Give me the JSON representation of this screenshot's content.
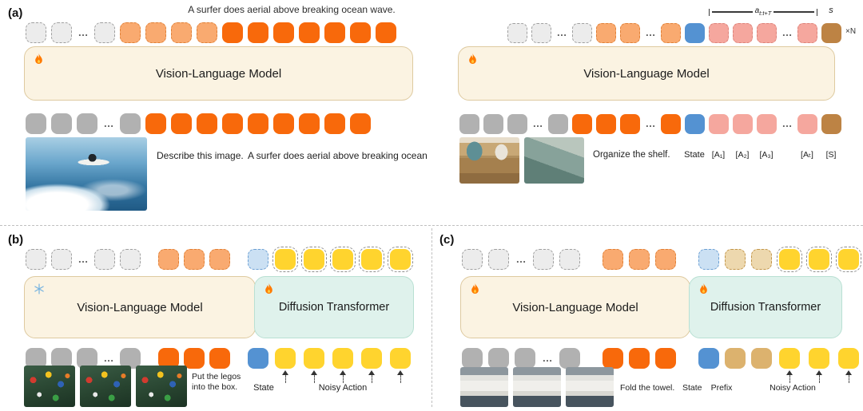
{
  "token_colors": {
    "gray": "#b1b1b1",
    "orange": "#f8690b",
    "blue": "#5492d2",
    "pink": "#f5a79e",
    "brown": "#bd8344",
    "tan": "#dcb26e",
    "yellow": "#ffd42e"
  },
  "box_colors": {
    "vlm_bg": "#fbf3e2",
    "dit_bg": "#dff2ec"
  },
  "panels": {
    "a": {
      "label": "(a)",
      "caption": "A surfer does aerial above breaking ocean wave.",
      "left": {
        "model": "Vision-Language Model",
        "model_icon": "fire-icon",
        "output_tokens": [
          "gd",
          "gd",
          "dots",
          "gd",
          "od",
          "od",
          "od",
          "od",
          "o",
          "o",
          "o",
          "o",
          "o",
          "o",
          "o"
        ],
        "input_tokens": [
          "g",
          "g",
          "g",
          "dots",
          "g",
          "o",
          "o",
          "o",
          "o",
          "o",
          "o",
          "o",
          "o",
          "o"
        ],
        "prompt": "Describe this image.",
        "response": "A surfer does aerial above breaking ocean"
      },
      "right": {
        "model": "Vision-Language Model",
        "model_icon": "fire-icon",
        "bracket_base": "a",
        "bracket_sub": "t:t+T",
        "s_label": "s",
        "repeat_label": "×N",
        "output_tokens": [
          "gd",
          "gd",
          "dots",
          "gd",
          "od",
          "od",
          "dots",
          "od",
          "b",
          "pd",
          "pd",
          "pd",
          "dots",
          "pd",
          "br"
        ],
        "input_tokens": [
          "g",
          "g",
          "g",
          "dots",
          "g",
          "o",
          "o",
          "o",
          "dots",
          "o",
          "b",
          "p",
          "p",
          "p",
          "dots",
          "p",
          "br"
        ],
        "prompt": "Organize the shelf.",
        "token_labels": [
          "State",
          "[A₁]",
          "[A₂]",
          "[A₃]",
          "[Aₜ]",
          "[S]"
        ]
      }
    },
    "b": {
      "label": "(b)",
      "vlm": "Vision-Language Model",
      "vlm_icon": "snowflake-icon",
      "dit": "Diffusion Transformer",
      "dit_icon": "fire-icon",
      "output_tokens": [
        "gd",
        "gd",
        "dots",
        "gd",
        "gd",
        "sp",
        "od",
        "od",
        "od",
        "sp",
        "bd",
        "yd",
        "yd",
        "yd",
        "yd",
        "yd"
      ],
      "input_tokens": [
        "g",
        "g",
        "g",
        "dots",
        "g",
        "sp",
        "o",
        "o",
        "o",
        "sp",
        "b",
        "ya",
        "ya",
        "ya",
        "ya",
        "ya"
      ],
      "prompt": "Put the legos\ninto the box.",
      "state_label": "State",
      "noisy_label": "Noisy Action"
    },
    "c": {
      "label": "(c)",
      "vlm": "Vision-Language Model",
      "vlm_icon": "fire-icon",
      "dit": "Diffusion Transformer",
      "dit_icon": "fire-icon",
      "output_tokens": [
        "gd",
        "gd",
        "dots",
        "gd",
        "gd",
        "sp",
        "od",
        "od",
        "od",
        "sp",
        "bd",
        "td",
        "td",
        "yd",
        "yd",
        "yd"
      ],
      "input_tokens": [
        "g",
        "g",
        "g",
        "dots",
        "g",
        "sp",
        "o",
        "o",
        "o",
        "sp",
        "b",
        "t",
        "t",
        "ya",
        "ya",
        "ya"
      ],
      "prompt": "Fold the towel.",
      "state_label": "State",
      "prefix_label": "Prefix",
      "noisy_label": "Noisy Action"
    }
  }
}
